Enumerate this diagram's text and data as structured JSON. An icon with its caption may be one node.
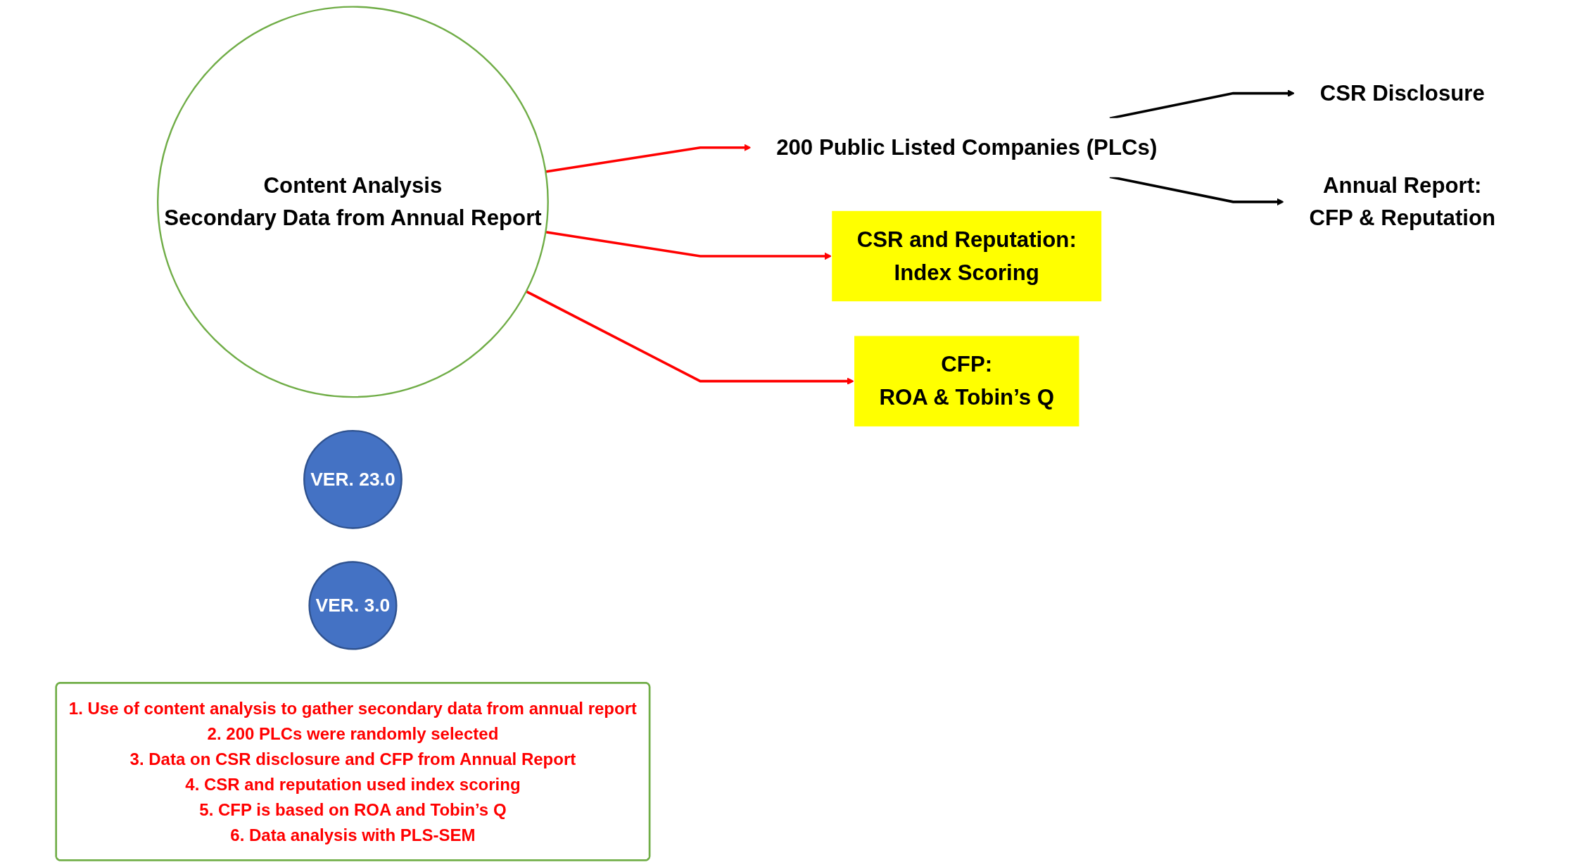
{
  "diagram": {
    "nodes": [
      {
        "text": [
          "Content Analysis",
          "Secondary Data from Annual Report"
        ]
      },
      {
        "text": [
          "200 Public Listed Companies (PLCs)"
        ]
      },
      {
        "text": [
          "CSR Disclosure"
        ]
      },
      {
        "text": [
          "Annual Report:",
          "CFP & Reputation"
        ]
      },
      {
        "text": [
          "CSR and Reputation:",
          "Index Scoring"
        ]
      },
      {
        "text": [
          "CFP:",
          "ROA & Tobin’s Q"
        ]
      },
      {
        "text": [
          "VER. 23.0"
        ]
      },
      {
        "text": [
          "VER. 3.0"
        ]
      },
      {
        "text": [
          "1. Use of content analysis to gather secondary data from annual report",
          "2. 200 PLCs were randomly selected",
          "3. Data on CSR disclosure  and CFP from Annual Report",
          "4. CSR and reputation used index scoring",
          "5. CFP is based on ROA and Tobin’s Q",
          "6. Data analysis with PLS-SEM"
        ]
      }
    ],
    "edges": [
      {
        "from": 0,
        "to": 1,
        "arrow": "to"
      },
      {
        "from": 1,
        "to": 2,
        "arrow": "to",
        "color": "#000000"
      },
      {
        "from": 1,
        "to": 3,
        "arrow": "to",
        "color": "#000000"
      },
      {
        "from": 0,
        "to": 4,
        "arrow": "to"
      },
      {
        "from": 0,
        "to": 5,
        "arrow": "to"
      }
    ]
  }
}
